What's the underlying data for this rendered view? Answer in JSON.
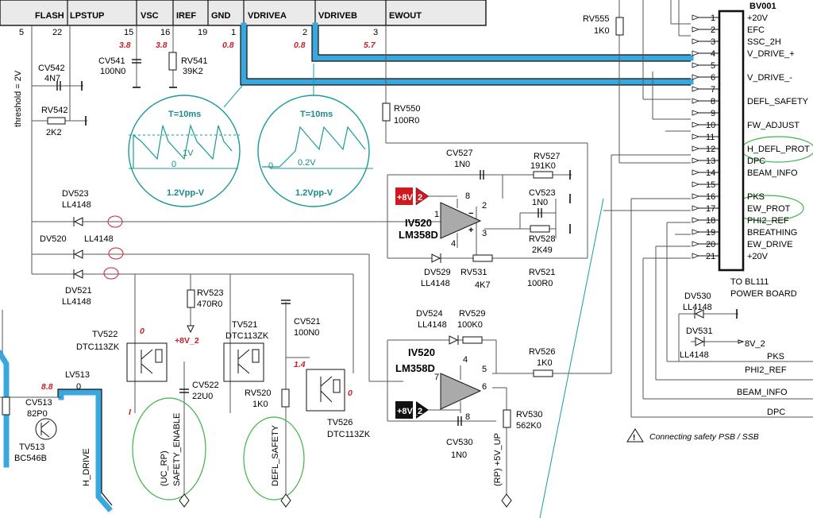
{
  "ic_pins": {
    "names": [
      "FLASH",
      "LPSTUP",
      "VSC",
      "IREF",
      "GND",
      "VDRIVEA",
      "VDRIVEB",
      "EWOUT"
    ],
    "numbers": [
      "5",
      "22",
      "15",
      "16",
      "19",
      "1",
      "2",
      "3"
    ],
    "voltages": [
      "3.8",
      "3.8",
      "0.8",
      "0.8",
      "5.7"
    ]
  },
  "components": {
    "cv542": [
      "CV542",
      "4N7"
    ],
    "rv542": [
      "RV542",
      "2K2"
    ],
    "cv541": [
      "CV541",
      "100N0"
    ],
    "rv541": [
      "RV541",
      "39K2"
    ],
    "rv555": [
      "RV555",
      "1K0"
    ],
    "rv550": [
      "RV550",
      "100R0"
    ],
    "cv527": [
      "CV527",
      "1N0"
    ],
    "rv527": [
      "RV527",
      "191K0"
    ],
    "cv523": [
      "CV523",
      "1N0"
    ],
    "rv528": [
      "RV528",
      "2K49"
    ],
    "rv521": [
      "RV521",
      "100R0"
    ],
    "rv531": [
      "RV531",
      "4K7"
    ],
    "dv529": [
      "DV529",
      "LL4148"
    ],
    "dv523": [
      "DV523",
      "LL4148"
    ],
    "dv520": [
      "DV520",
      "LL4148"
    ],
    "dv521": [
      "DV521",
      "LL4148"
    ],
    "rv523": [
      "RV523",
      "470R0"
    ],
    "tv522": [
      "TV522",
      "DTC113ZK"
    ],
    "tv521": [
      "TV521",
      "DTC113ZK"
    ],
    "cv521": [
      "CV521",
      "100N0"
    ],
    "cv522": [
      "CV522",
      "22U0"
    ],
    "rv520": [
      "RV520",
      "1K0"
    ],
    "tv526": [
      "TV526",
      "DTC113ZK"
    ],
    "dv524": [
      "DV524",
      "LL4148"
    ],
    "rv529": [
      "RV529",
      "100K0"
    ],
    "rv526": [
      "RV526",
      "1K0"
    ],
    "rv530": [
      "RV530",
      "562K0"
    ],
    "cv530": [
      "CV530",
      "1N0"
    ],
    "cv513": [
      "CV513",
      "82P0"
    ],
    "tv513": [
      "TV513",
      "BC546B"
    ],
    "lv513": [
      "LV513",
      "0"
    ],
    "dv530": [
      "DV530",
      "LL4148"
    ],
    "dv531": [
      "DV531",
      "LL4148"
    ],
    "iv520a": [
      "IV520",
      "LM358D"
    ],
    "iv520b": [
      "IV520",
      "LM358D"
    ]
  },
  "red_values": {
    "tv522": "0",
    "tv521": "1.4",
    "tv526": "0",
    "lv513": "8.8",
    "cv522": "I"
  },
  "supply": {
    "plus8v": "+8V_2",
    "plus8v_tag": "+8V_2",
    "v8_2": "8V_2",
    "rp5v": "(RP) +5V_UP"
  },
  "opamp_pins": [
    "8",
    "1",
    "2",
    "3",
    "4",
    "5",
    "6",
    "7",
    "8",
    "4"
  ],
  "waveforms": [
    {
      "period": "T=10ms",
      "amp": "1.2Vpp-V",
      "level": "1V",
      "zero": "0"
    },
    {
      "period": "T=10ms",
      "amp": "1.2Vpp-V",
      "level": "0.2V",
      "zero": "0"
    }
  ],
  "signals": {
    "threshold": "threshold = 2V",
    "safety_enable": [
      "(UC_RP)",
      "SAFETY_ENABLE"
    ],
    "defl_safety": "DEFL_SAFETY",
    "h_drive": "H_DRIVE"
  },
  "connector": {
    "name": "BV001",
    "pins": [
      "1",
      "2",
      "3",
      "4",
      "5",
      "6",
      "7",
      "8",
      "9",
      "10",
      "11",
      "12",
      "13",
      "14",
      "15",
      "16",
      "17",
      "18",
      "19",
      "20",
      "21"
    ],
    "labels": [
      {
        "pin": "1",
        "text": "+20V"
      },
      {
        "pin": "2",
        "text": "EFC"
      },
      {
        "pin": "3",
        "text": "SSC_2H"
      },
      {
        "pin": "4",
        "text": "V_DRIVE_+"
      },
      {
        "pin": "6",
        "text": "V_DRIVE_-"
      },
      {
        "pin": "8",
        "text": "DEFL_SAFETY"
      },
      {
        "pin": "10",
        "text": "FW_ADJUST"
      },
      {
        "pin": "12",
        "text": "H_DEFL_PROT"
      },
      {
        "pin": "13",
        "text": "DPC"
      },
      {
        "pin": "14",
        "text": "BEAM_INFO"
      },
      {
        "pin": "16",
        "text": "PKS"
      },
      {
        "pin": "17",
        "text": "EW_PROT"
      },
      {
        "pin": "18",
        "text": "PHI2_REF"
      },
      {
        "pin": "19",
        "text": "BREATHING"
      },
      {
        "pin": "20",
        "text": "EW_DRIVE"
      },
      {
        "pin": "21",
        "text": "+20V"
      }
    ],
    "to_board": [
      "TO BL111",
      "POWER BOARD"
    ]
  },
  "side_labels": [
    "PKS",
    "PHI2_REF",
    "BEAM_INFO",
    "DPC"
  ],
  "note": "Connecting safety PSB / SSB"
}
